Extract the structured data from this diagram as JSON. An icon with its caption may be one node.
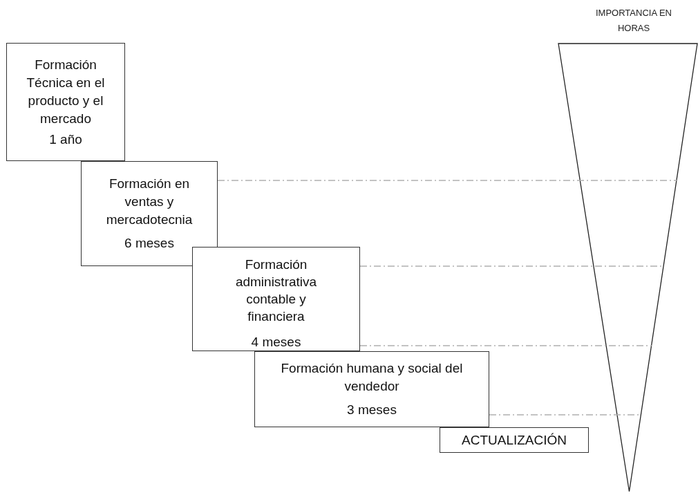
{
  "diagram": {
    "nodes": [
      {
        "text": [
          "Formación Técnica en el producto y el mercado",
          "1 año"
        ]
      },
      {
        "text": [
          "Formación en ventas y mercadotecnia",
          "6 meses"
        ]
      },
      {
        "text": [
          "Formación administrativa contable y financiera",
          "4 meses"
        ]
      },
      {
        "text": [
          "Formación humana y social del vendedor",
          "3 meses"
        ]
      },
      {
        "text": [
          "ACTUALIZACIÓN"
        ]
      },
      {
        "text": [],
        "shape": "triangle",
        "beside": [
          "IMPORTANCIA EN HORAS"
        ]
      }
    ],
    "edges": [
      {
        "from": 1,
        "to": 5,
        "arrow": "none",
        "style": "dashed",
        "color": "#b0b0b0"
      },
      {
        "from": 2,
        "to": 5,
        "arrow": "none",
        "style": "dashed",
        "color": "#b0b0b0"
      },
      {
        "from": 2,
        "to": 5,
        "arrow": "none",
        "style": "dashed",
        "color": "#b0b0b0"
      },
      {
        "from": 3,
        "to": 5,
        "arrow": "none",
        "style": "dashed",
        "color": "#b0b0b0"
      }
    ]
  }
}
